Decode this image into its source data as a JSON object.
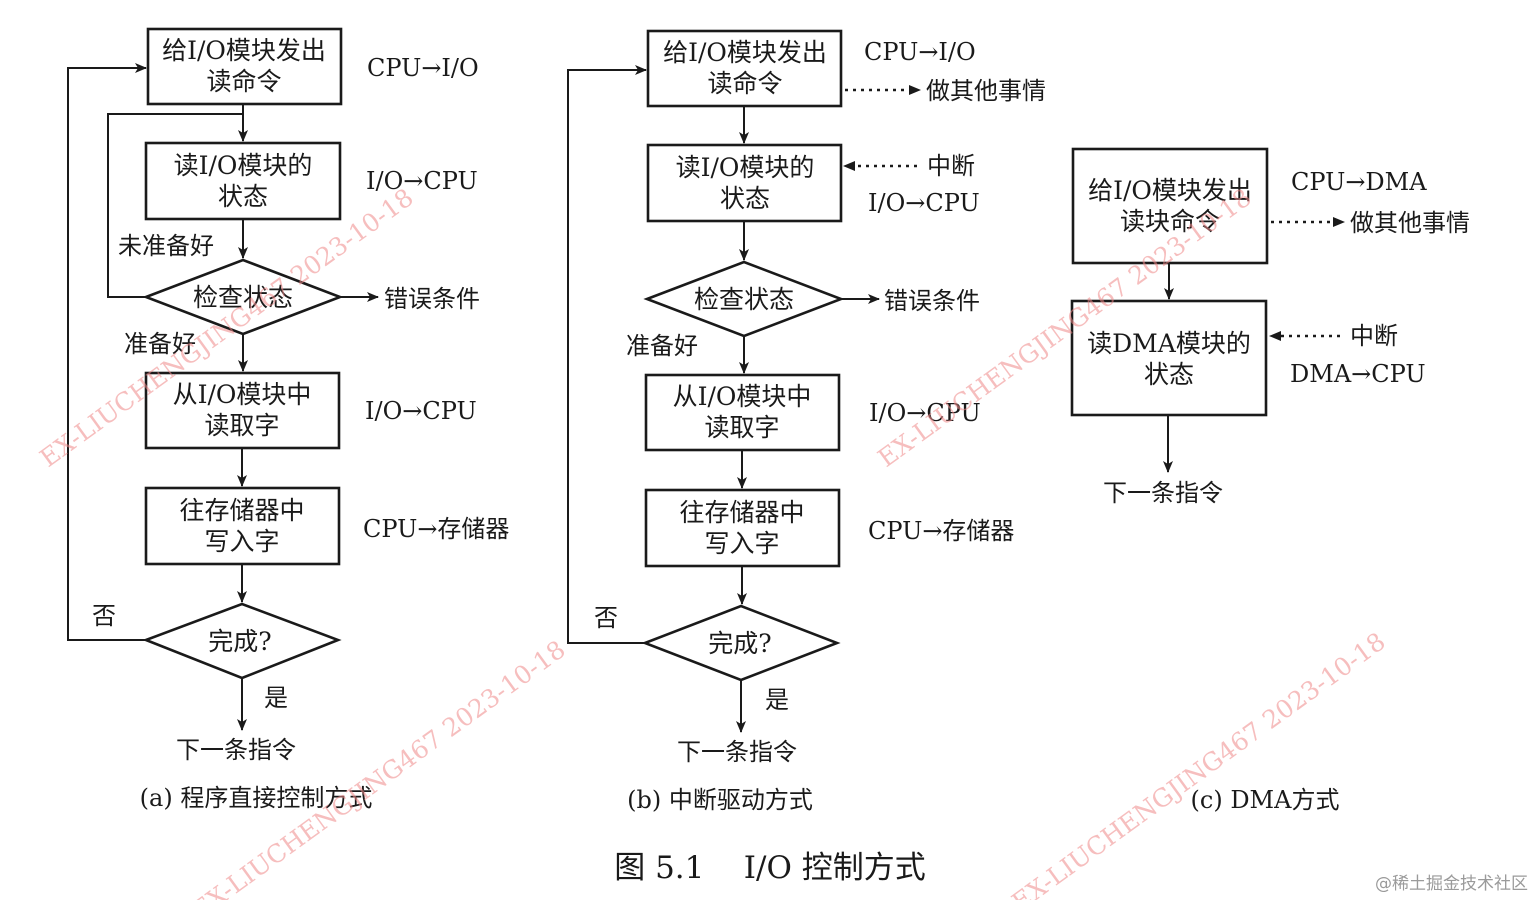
{
  "a": {
    "box1": [
      "给I/O模块发出",
      "读命令"
    ],
    "box2": [
      "读I/O模块的",
      "状态"
    ],
    "check": "检查状态",
    "box3": [
      "从I/O模块中",
      "读取字"
    ],
    "box4": [
      "往存储器中",
      "写入字"
    ],
    "done": "完成?",
    "not_ready": "未准备好",
    "ready": "准备好",
    "error": "错误条件",
    "no": "否",
    "yes": "是",
    "next": "下一条指令",
    "side1": "CPU→I/O",
    "side2": "I/O→CPU",
    "side3": "I/O→CPU",
    "side4": "CPU→存储器",
    "caption": "(a) 程序直接控制方式"
  },
  "b": {
    "box1": [
      "给I/O模块发出",
      "读命令"
    ],
    "box2": [
      "读I/O模块的",
      "状态"
    ],
    "check": "检查状态",
    "box3": [
      "从I/O模块中",
      "读取字"
    ],
    "box4": [
      "往存储器中",
      "写入字"
    ],
    "done": "完成?",
    "ready": "准备好",
    "error": "错误条件",
    "no": "否",
    "yes": "是",
    "next": "下一条指令",
    "side1": "CPU→I/O",
    "other": "做其他事情",
    "interrupt": "中断",
    "side2": "I/O→CPU",
    "side3": "I/O→CPU",
    "side4": "CPU→存储器",
    "caption": "(b) 中断驱动方式"
  },
  "c": {
    "box1": [
      "给I/O模块发出",
      "读块命令"
    ],
    "box2": [
      "读DMA模块的",
      "状态"
    ],
    "side1": "CPU→DMA",
    "other": "做其他事情",
    "interrupt": "中断",
    "side2": "DMA→CPU",
    "next": "下一条指令",
    "caption": "(c) DMA方式"
  },
  "figure_title": "图 5.1    I/O 控制方式",
  "watermark": "EX-LIUCHENGJING467 2023-10-18",
  "site_mark": "@稀土掘金技术社区"
}
